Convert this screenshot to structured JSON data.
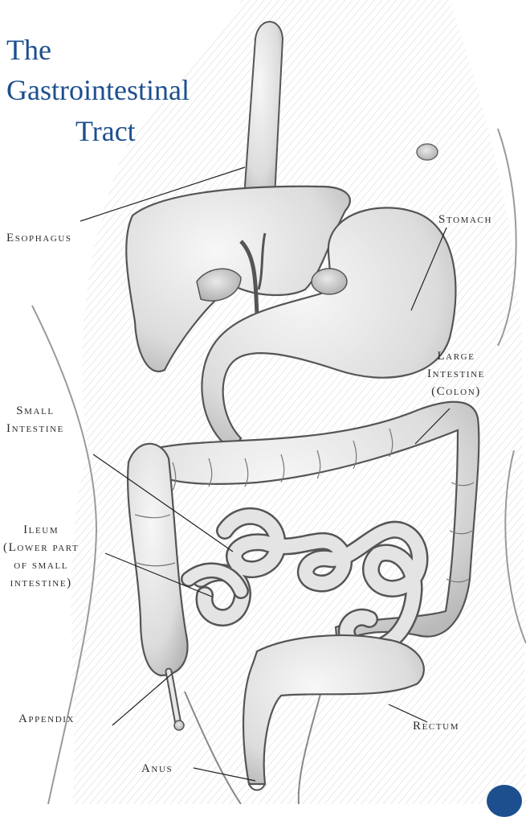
{
  "title": {
    "line1": "The",
    "line2": "Gastrointestinal",
    "line3": "Tract"
  },
  "labels": {
    "esophagus": "Esophagus",
    "stomach": "Stomach",
    "large_intestine": {
      "line1": "Large",
      "line2": "Intestine",
      "line3": "(Colon)"
    },
    "small_intestine": {
      "line1": "Small",
      "line2": "Intestine"
    },
    "ileum": {
      "line1": "Ileum",
      "line2": "(Lower part",
      "line3": "of small",
      "line4": "intestine)"
    },
    "appendix": "Appendix",
    "rectum": "Rectum",
    "anus": "Anus"
  },
  "colors": {
    "title": "#1d4f8f",
    "label": "#2b2b2b",
    "organ_fill": "#e6e6e6",
    "organ_stroke": "#555555"
  }
}
